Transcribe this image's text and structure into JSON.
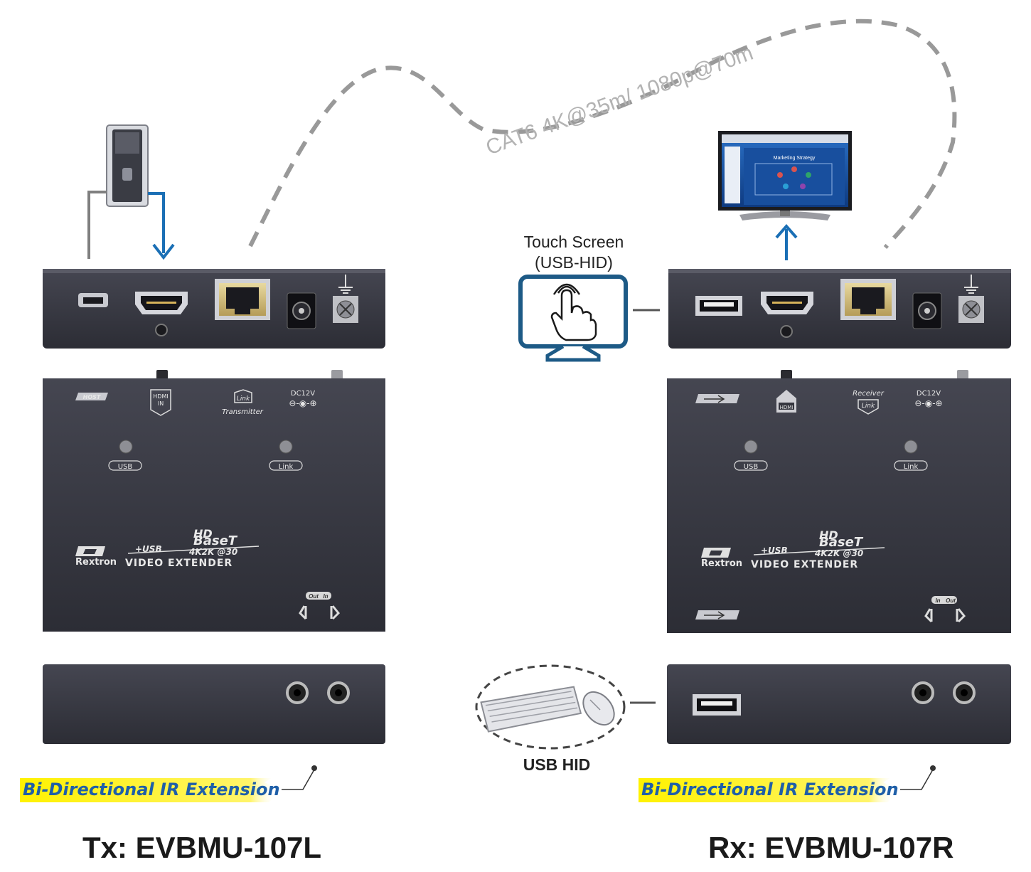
{
  "cable": {
    "label": "CAT6 4K@35m/ 1080p@70m"
  },
  "touch": {
    "line1": "Touch Screen",
    "line2": "(USB-HID)"
  },
  "usbhid": {
    "label": "USB HID"
  },
  "ir": {
    "label": "Bi-Directional IR Extension"
  },
  "monitor": {
    "screen_title": "Marketing Strategy"
  },
  "tx": {
    "title": "Tx: EVBMU-107L",
    "panel": {
      "host": "HOST",
      "hdmi": "HDMI",
      "hdmi_in": "IN",
      "link": "Link",
      "role": "Transmitter",
      "dc": "DC12V",
      "led1": "USB",
      "led2": "Link",
      "ir_out": "Out",
      "ir_in": "In"
    }
  },
  "rx": {
    "title": "Rx: EVBMU-107R",
    "panel": {
      "hdmi": "HDMI",
      "link": "Link",
      "role": "Receiver",
      "dc": "DC12V",
      "led1": "USB",
      "led2": "Link",
      "ir_in": "In",
      "ir_out": "Out"
    }
  },
  "brand": {
    "name": "Rextron",
    "usb": "+USB",
    "hd": "HD",
    "baset": "BaseT",
    "res": "4K2K @30",
    "product": "VIDEO EXTENDER"
  },
  "colors": {
    "device": "#35363f",
    "arrow": "#1a6fb5",
    "touch_frame": "#1d5a86",
    "highlight": "#fff200",
    "cable": "#999999"
  }
}
